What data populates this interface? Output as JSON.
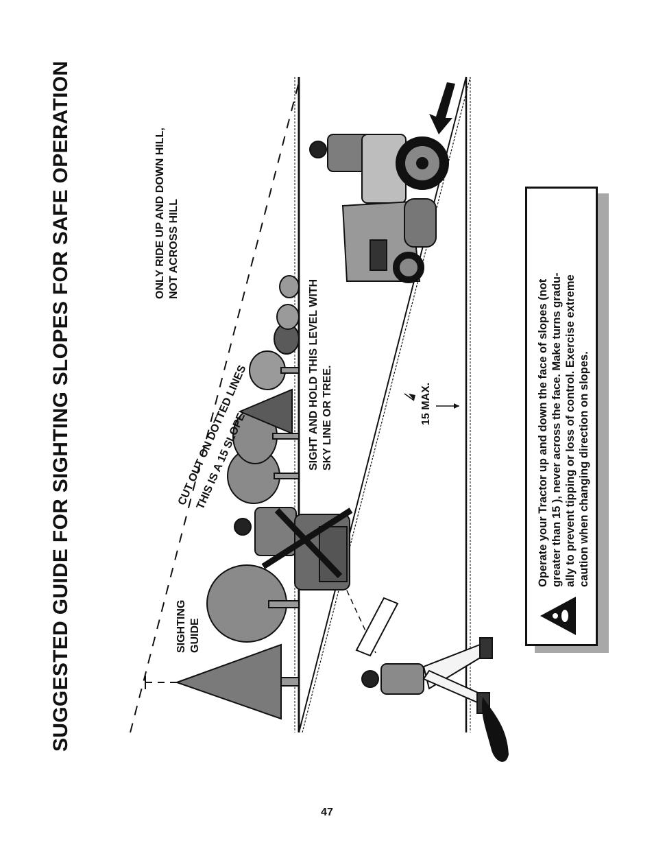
{
  "page": {
    "title": "SUGGESTED GUIDE FOR SIGHTING SLOPES FOR SAFE OPERATION",
    "page_number": "47"
  },
  "illustration": {
    "ride_instruction": [
      "ONLY RIDE UP AND DOWN HILL,",
      "NOT ACROSS HILL"
    ],
    "sight_instruction": [
      "SIGHT AND HOLD THIS LEVEL WITH",
      "SKY LINE OR TREE."
    ],
    "sighting_guide_label": [
      "SIGHTING",
      "GUIDE"
    ],
    "cut_out_label": "CUT OUT ON DOTTED LINES",
    "slope_label": "THIS IS A 15  SLOPE",
    "max_label": "15  MAX."
  },
  "warning": {
    "icon": "warning-triangle-icon",
    "lines": [
      "Operate your Tractor up and down the face of slopes (not",
      "greater than 15 ), never across the face. Make turns gradu-",
      "ally to prevent tipping or loss of control. Exercise extreme",
      "caution when changing direction on slopes."
    ]
  }
}
